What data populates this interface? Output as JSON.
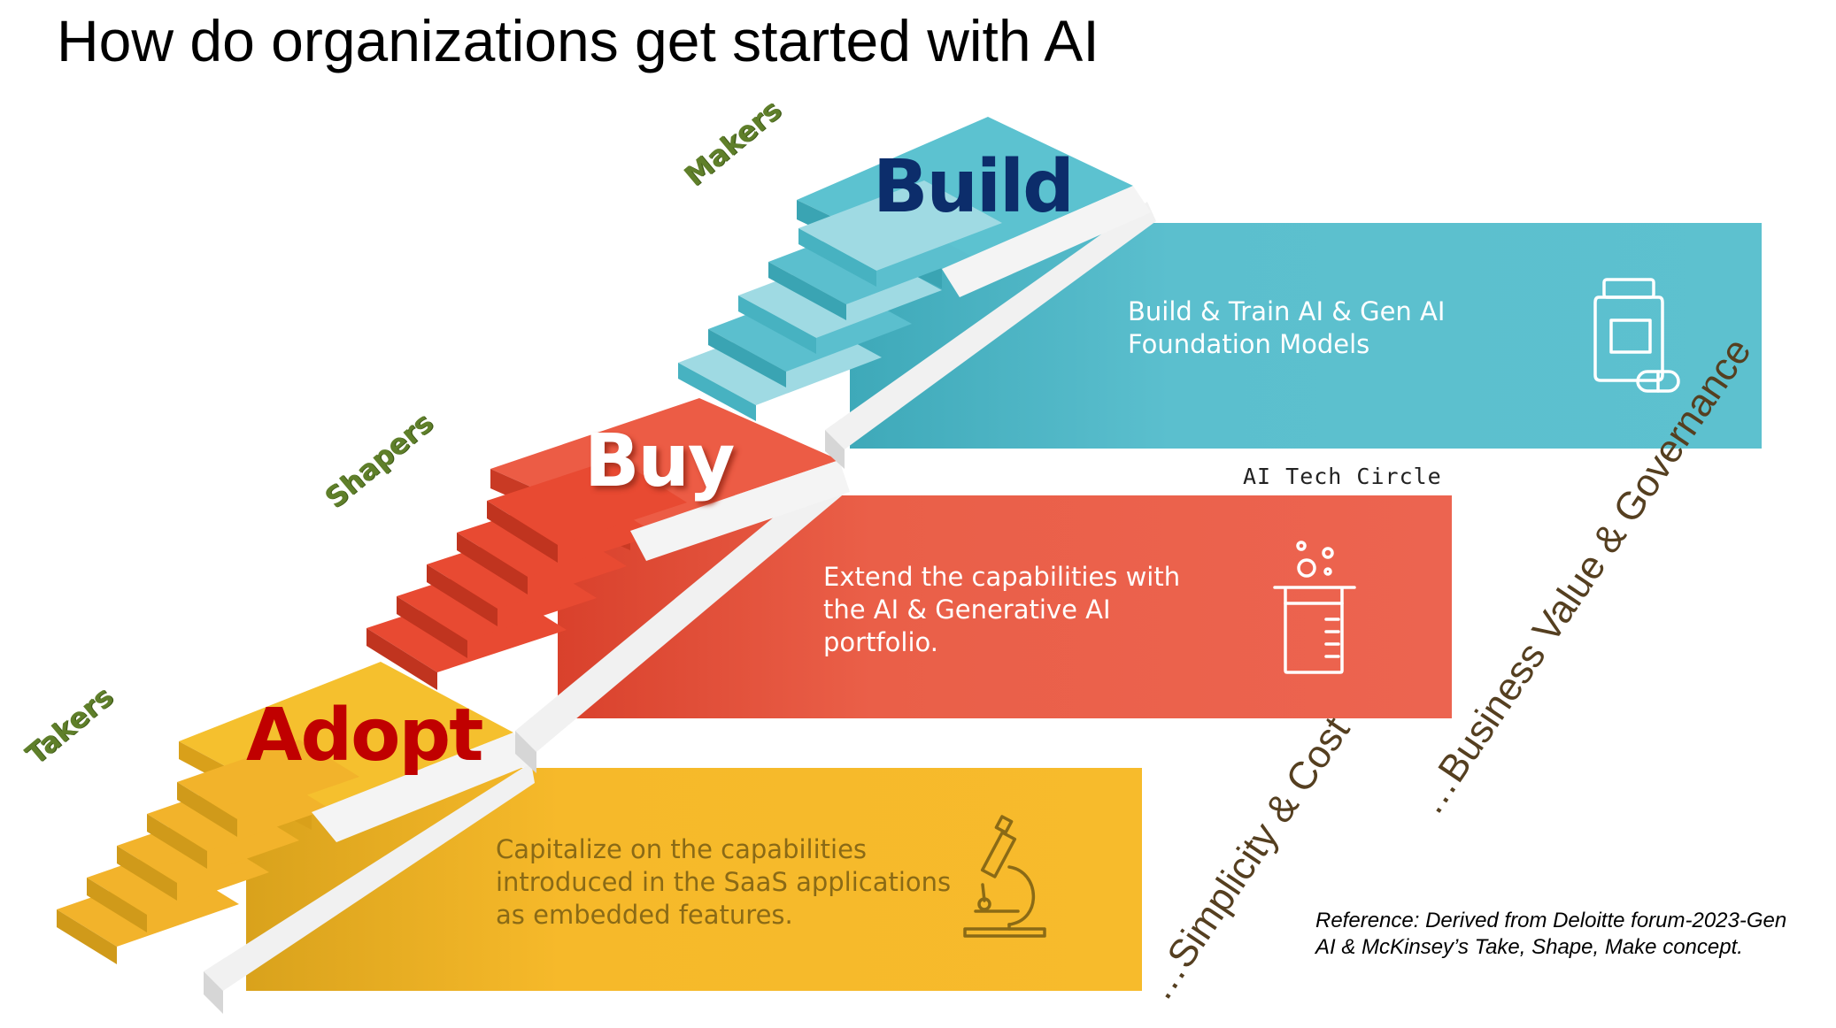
{
  "title": "How do organizations get started with AI",
  "steps": [
    {
      "id": "adopt",
      "label": "Adopt",
      "role": "Takers",
      "text": "Capitalize on the capabilities introduced in the SaaS applications as embedded features.",
      "icon": "microscope-icon",
      "color": "#f6b92a",
      "label_color": "#c00000"
    },
    {
      "id": "buy",
      "label": "Buy",
      "role": "Shapers",
      "text": "Extend the capabilities with the AI & Generative AI portfolio.",
      "icon": "beaker-icon",
      "color": "#ea5f48",
      "label_color": "#ffffff"
    },
    {
      "id": "build",
      "label": "Build",
      "role": "Makers",
      "text": "Build & Train AI & Gen AI Foundation Models",
      "icon": "medicine-bottle-icon",
      "color": "#5bbfce",
      "label_color": "#0c2d6b"
    }
  ],
  "axis_labels": {
    "simplicity": "…Simplicity & Cost",
    "business": "…Business Value & Governance"
  },
  "watermark": "AI Tech Circle",
  "reference": "Reference: Derived from Deloitte forum-2023-Gen AI & McKinsey’s Take, Shape, Make concept."
}
